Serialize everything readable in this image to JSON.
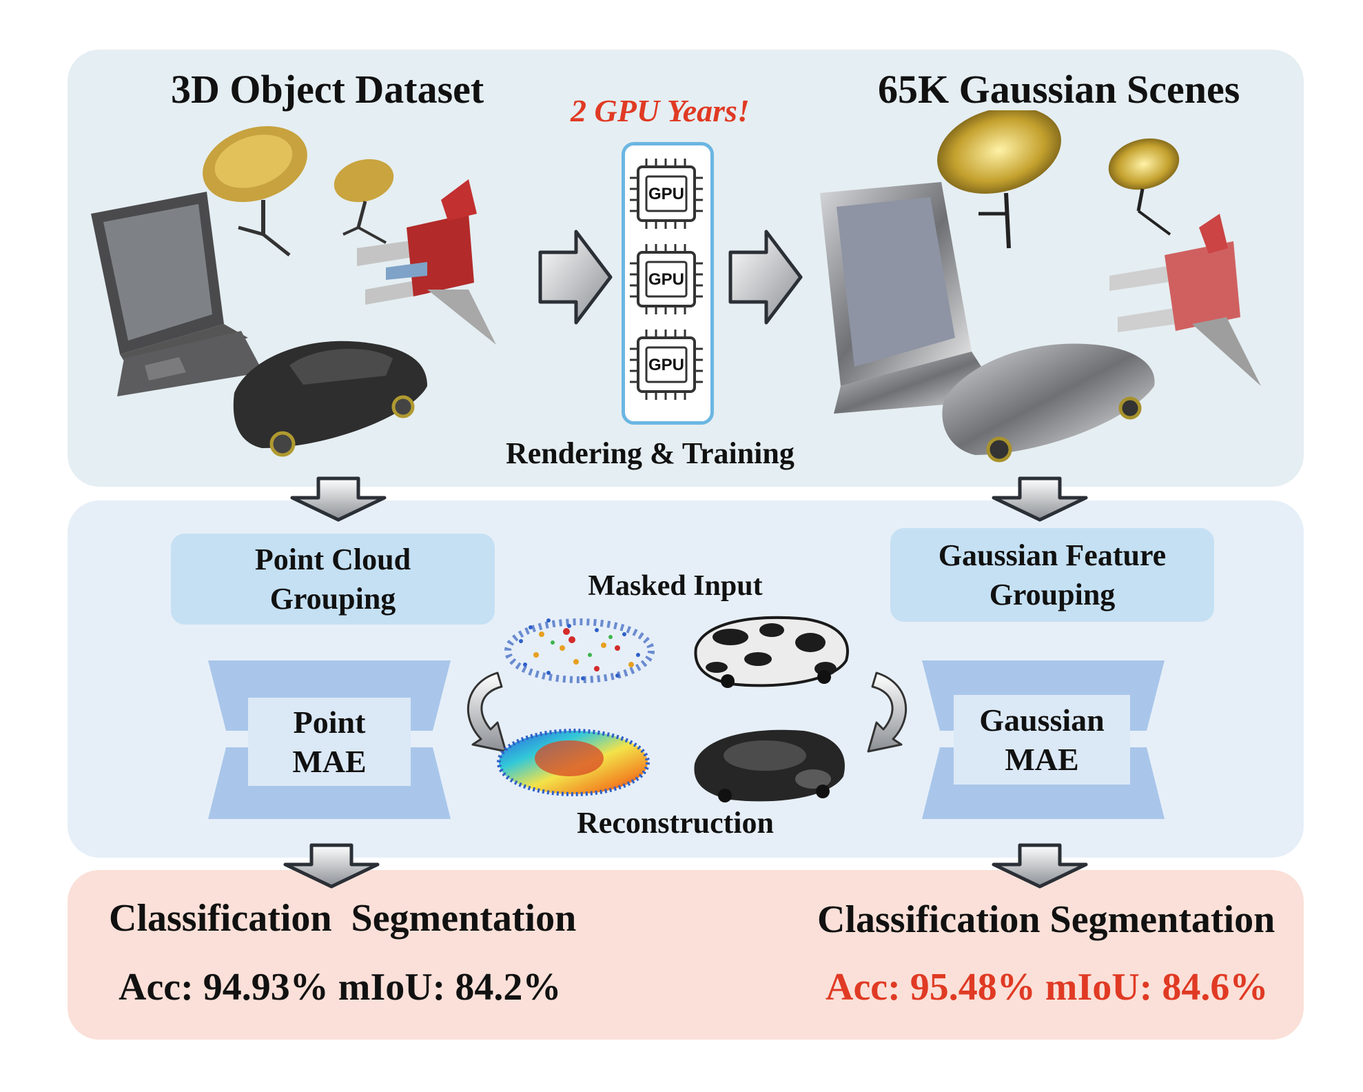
{
  "top_panel": {
    "left_title": "3D Object Dataset",
    "right_title": "65K Gaussian Scenes",
    "gpu_note": "2 GPU Years!",
    "gpu_chip_label": "GPU",
    "process_label": "Rendering & Training"
  },
  "middle_panel": {
    "left_group_label": "Point Cloud Grouping",
    "right_group_label": "Gaussian Feature Grouping",
    "masked_input_label": "Masked Input",
    "reconstruction_label": "Reconstruction",
    "left_model_label": "Point MAE",
    "right_model_label": "Gaussian MAE"
  },
  "bottom_panel": {
    "left_tasks": "Classification  Segmentation",
    "left_scores": "Acc: 94.93% mIoU: 84.2%",
    "right_tasks": "Classification Segmentation",
    "right_scores": "Acc: 95.48% mIoU: 84.6%"
  },
  "colors": {
    "top_panel_bg": "#e5eef2",
    "middle_panel_bg": "#e6eff8",
    "bottom_panel_bg": "#fae0d8",
    "group_box": "#c5e0f3",
    "mae_trapezoid": "#a9c6ea",
    "highlight_red": "#e03a24",
    "gpu_frame": "#6bb6e2"
  }
}
